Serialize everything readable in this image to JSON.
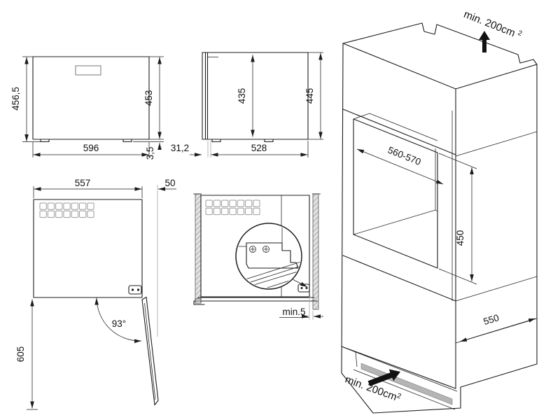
{
  "title": "built-in appliance installation drawing",
  "colors": {
    "line": "#1c1c1c",
    "gray": "#999999",
    "light_gray": "#b0b0b0",
    "vent_slot_fill": "#b5b5b5",
    "hatch_bg": "#e2e2e2"
  },
  "front_view": {
    "height_left": "456,5",
    "height_right": "453",
    "width": "596",
    "plinth_height": "3,5"
  },
  "side_view": {
    "inner_height": "435",
    "height": "445",
    "depth": "528",
    "door_depth": "31,2"
  },
  "door_view": {
    "width": "557",
    "clearance": "50",
    "open_depth": "605",
    "angle": "93°"
  },
  "install_view": {
    "side_gap": "min.5"
  },
  "cabinet_view": {
    "niche_width": "560-570",
    "niche_height": "450",
    "depth": "550",
    "vent_top": {
      "text": "min. 200cm",
      "sup": "2"
    },
    "vent_bottom": {
      "text": "min. 200cm",
      "sup": "2"
    }
  }
}
